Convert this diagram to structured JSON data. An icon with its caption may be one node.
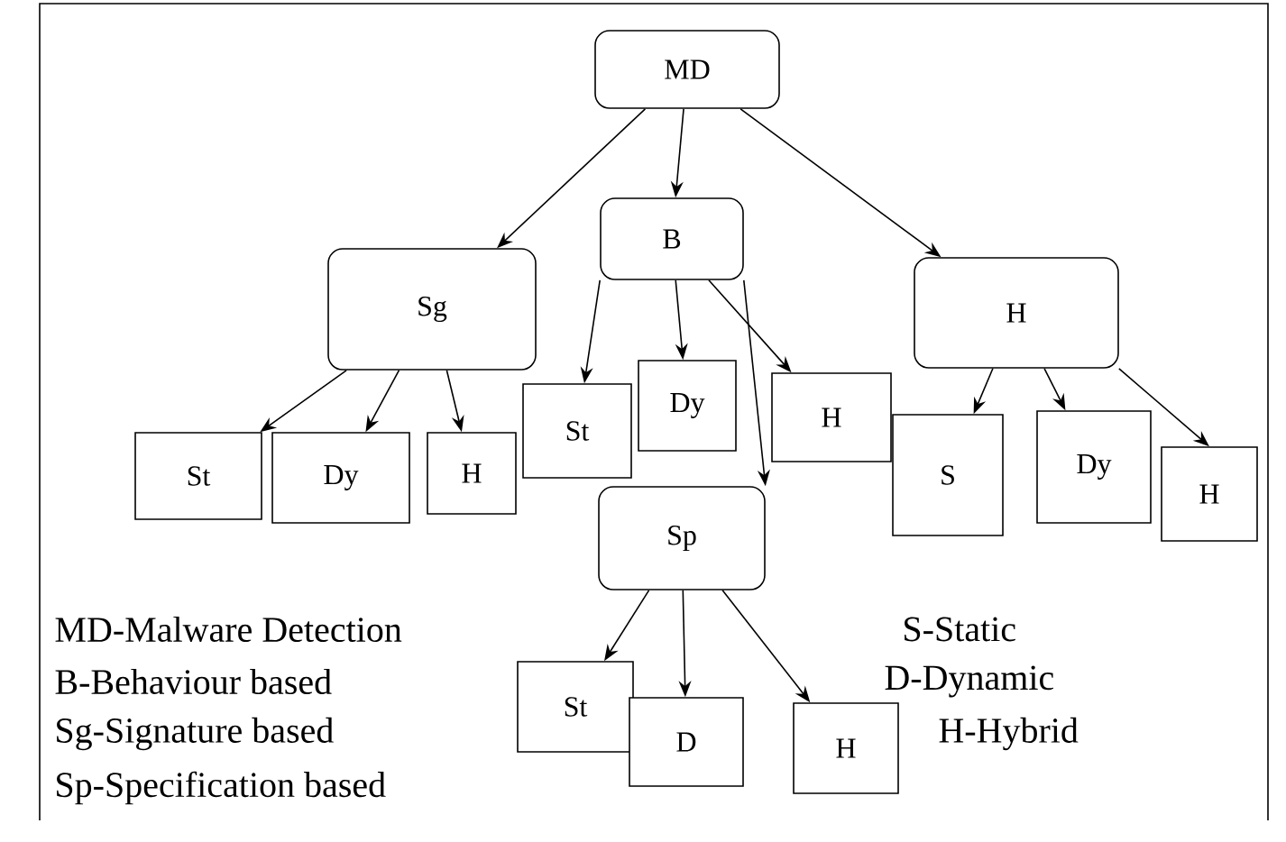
{
  "diagram": {
    "nodes": [
      {
        "text": [
          "MD"
        ]
      },
      {
        "text": [
          "Sg"
        ]
      },
      {
        "text": [
          "B"
        ]
      },
      {
        "text": [
          "H"
        ]
      },
      {
        "text": [
          "St"
        ]
      },
      {
        "text": [
          "Dy"
        ]
      },
      {
        "text": [
          "H"
        ]
      },
      {
        "text": [
          "St"
        ]
      },
      {
        "text": [
          "Dy"
        ]
      },
      {
        "text": [
          "H"
        ]
      },
      {
        "text": [
          "Sp"
        ]
      },
      {
        "text": [
          "S"
        ]
      },
      {
        "text": [
          "Dy"
        ]
      },
      {
        "text": [
          "H"
        ]
      },
      {
        "text": [
          "St"
        ]
      },
      {
        "text": [
          "D"
        ]
      },
      {
        "text": [
          "H"
        ]
      }
    ],
    "edges": [
      {
        "from": 0,
        "to": 1,
        "arrow": "to"
      },
      {
        "from": 0,
        "to": 2,
        "arrow": "to"
      },
      {
        "from": 0,
        "to": 3,
        "arrow": "to"
      },
      {
        "from": 1,
        "to": 4,
        "arrow": "to"
      },
      {
        "from": 1,
        "to": 5,
        "arrow": "to"
      },
      {
        "from": 1,
        "to": 6,
        "arrow": "to"
      },
      {
        "from": 2,
        "to": 7,
        "arrow": "to"
      },
      {
        "from": 2,
        "to": 8,
        "arrow": "to"
      },
      {
        "from": 2,
        "to": 9,
        "arrow": "to"
      },
      {
        "from": 2,
        "to": 10,
        "arrow": "to"
      },
      {
        "from": 3,
        "to": 11,
        "arrow": "to"
      },
      {
        "from": 3,
        "to": 12,
        "arrow": "to"
      },
      {
        "from": 3,
        "to": 13,
        "arrow": "to"
      },
      {
        "from": 10,
        "to": 14,
        "arrow": "to"
      },
      {
        "from": 10,
        "to": 15,
        "arrow": "to"
      },
      {
        "from": 10,
        "to": 16,
        "arrow": "to"
      }
    ],
    "labels": [
      "MD-Malware Detection",
      "S-Static",
      "B-Behaviour based",
      "D-Dynamic",
      "Sg-Signature based",
      "H-Hybrid",
      "Sp-Specification based"
    ]
  }
}
